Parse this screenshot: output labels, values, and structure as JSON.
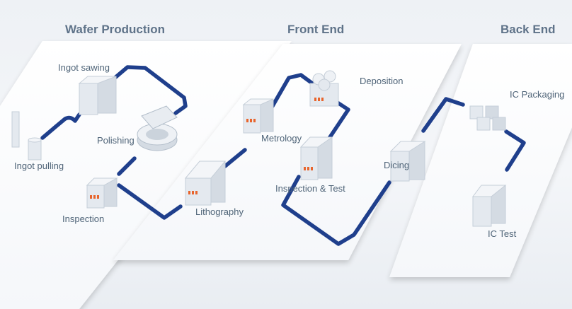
{
  "sections": {
    "wafer_production": "Wafer Production",
    "front_end": "Front End",
    "back_end": "Back End"
  },
  "stations": {
    "ingot_sawing": "Ingot sawing",
    "polishing": "Polishing",
    "ingot_pulling": "Ingot pulling",
    "inspection": "Inspection",
    "lithography": "Lithography",
    "metrology": "Metrology",
    "deposition": "Deposition",
    "inspection_test": "Inspection & Test",
    "dicing": "Dicing",
    "ic_packaging": "IC Packaging",
    "ic_test": "IC Test"
  },
  "colors": {
    "conveyor": "#1f3f8c",
    "platform": "#ffffff",
    "machine": "#e4e9ef",
    "machine_shade": "#c5ced8",
    "indicator": "#e8642c",
    "title": "#5f7389",
    "label": "#4f6478"
  }
}
